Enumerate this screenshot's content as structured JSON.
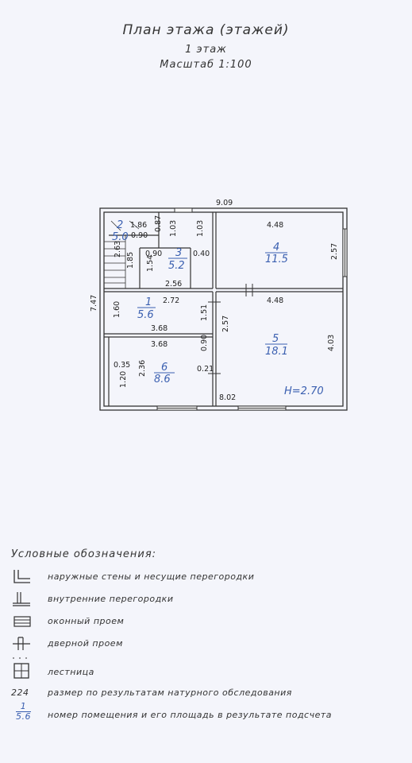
{
  "header": {
    "title": "План этажа (этажей)",
    "floor": "1 этаж",
    "scale": "Масштаб 1:100"
  },
  "plan": {
    "dimensions": {
      "total_width": "9.09",
      "total_depth": "7.47",
      "d186": "1.86",
      "d090a": "0.90",
      "d087": "0.87",
      "d103a": "1.03",
      "d103b": "1.03",
      "d263": "2.63",
      "d185": "1.85",
      "d154": "1.54",
      "d090b": "0.90",
      "d040": "0.40",
      "d256": "2.56",
      "d448top": "4.48",
      "d257a": "2.57",
      "d448mid": "4.48",
      "d272": "2.72",
      "d160": "1.60",
      "d151": "1.51",
      "d257b": "2.57",
      "d368a": "3.68",
      "d368b": "3.68",
      "d090c": "0.90",
      "d403": "4.03",
      "d035": "0.35",
      "d236": "2.36",
      "d021": "0.21",
      "d120": "1.20",
      "d802": "8.02"
    },
    "rooms": [
      {
        "num": "2",
        "area": "5.0"
      },
      {
        "num": "3",
        "area": "5.2"
      },
      {
        "num": "4",
        "area": "11.5"
      },
      {
        "num": "1",
        "area": "5.6"
      },
      {
        "num": "5",
        "area": "18.1"
      },
      {
        "num": "6",
        "area": "8.6"
      }
    ],
    "height_label": "Н=2.70"
  },
  "legend": {
    "title": "Условные обозначения:",
    "items": [
      {
        "icon": "outer-wall-icon",
        "text": "наружные стены и несущие перегородки"
      },
      {
        "icon": "inner-partition-icon",
        "text": "внутренние перегородки"
      },
      {
        "icon": "window-icon",
        "text": "оконный проем"
      },
      {
        "icon": "door-icon",
        "text": "дверной проем"
      },
      {
        "icon": "stairs-icon",
        "text": "лестница"
      }
    ],
    "measure_sample": "224",
    "measure_text": "размер по результатам натурного обследования",
    "room_sample_num": "1",
    "room_sample_area": "5.6",
    "room_text": "номер помещения и его площадь в результате подсчета"
  }
}
